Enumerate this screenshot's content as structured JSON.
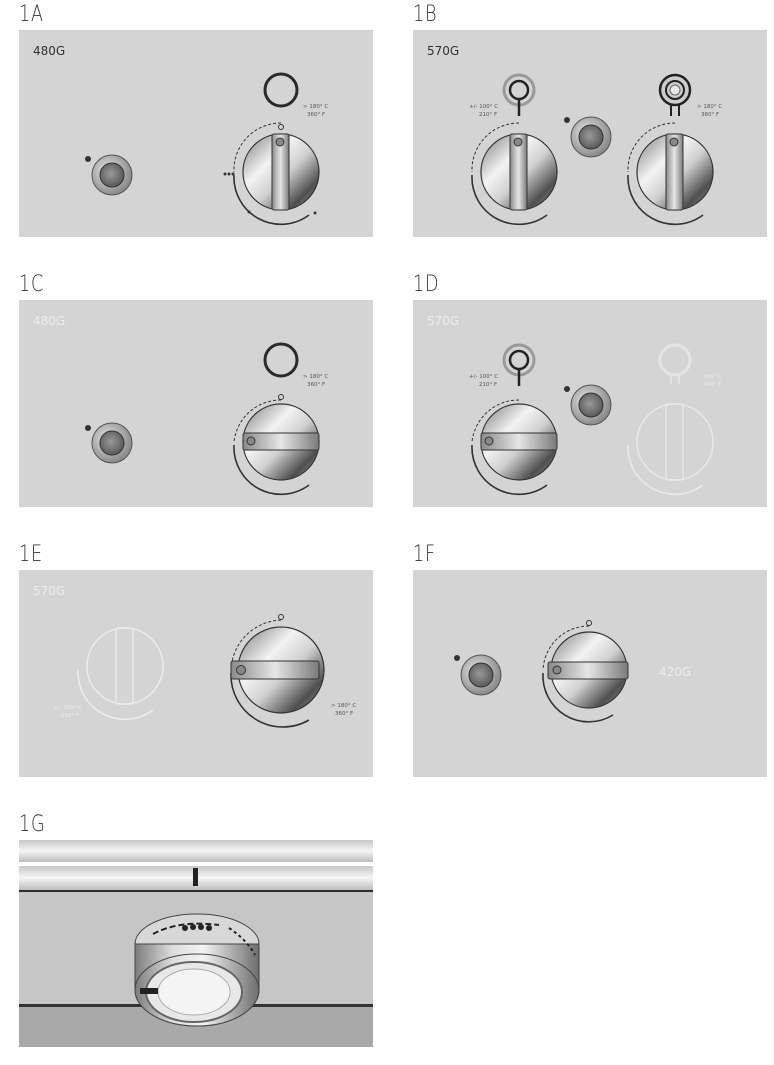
{
  "panels": [
    {
      "id": "1A",
      "model": "480G",
      "temp_c": "> 180° C",
      "temp_f": "360° F"
    },
    {
      "id": "1B",
      "model": "570G",
      "temp_c_left": "+/- 100° C",
      "temp_f_left": "210° F",
      "temp_c_right": "> 180° C",
      "temp_f_right": "360° F"
    },
    {
      "id": "1C",
      "model": "480G",
      "temp_c": "> 180° C",
      "temp_f": "360° F"
    },
    {
      "id": "1D",
      "model": "570G",
      "temp_c_left": "+/- 100° C",
      "temp_f_left": "210° F",
      "temp_c_right": "180° C",
      "temp_f_right": "360° F"
    },
    {
      "id": "1E",
      "model": "570G",
      "temp_c_left": "+/- 100° C",
      "temp_f_left": "210° F",
      "temp_c_right": "> 180° C",
      "temp_f_right": "360° F"
    },
    {
      "id": "1F",
      "model": "420G"
    },
    {
      "id": "1G"
    }
  ],
  "colors": {
    "panel_bg": "#d4d4d4",
    "knob_light": "#f2f2f2",
    "knob_dark": "#5c5c5c",
    "ink": "#333333"
  }
}
